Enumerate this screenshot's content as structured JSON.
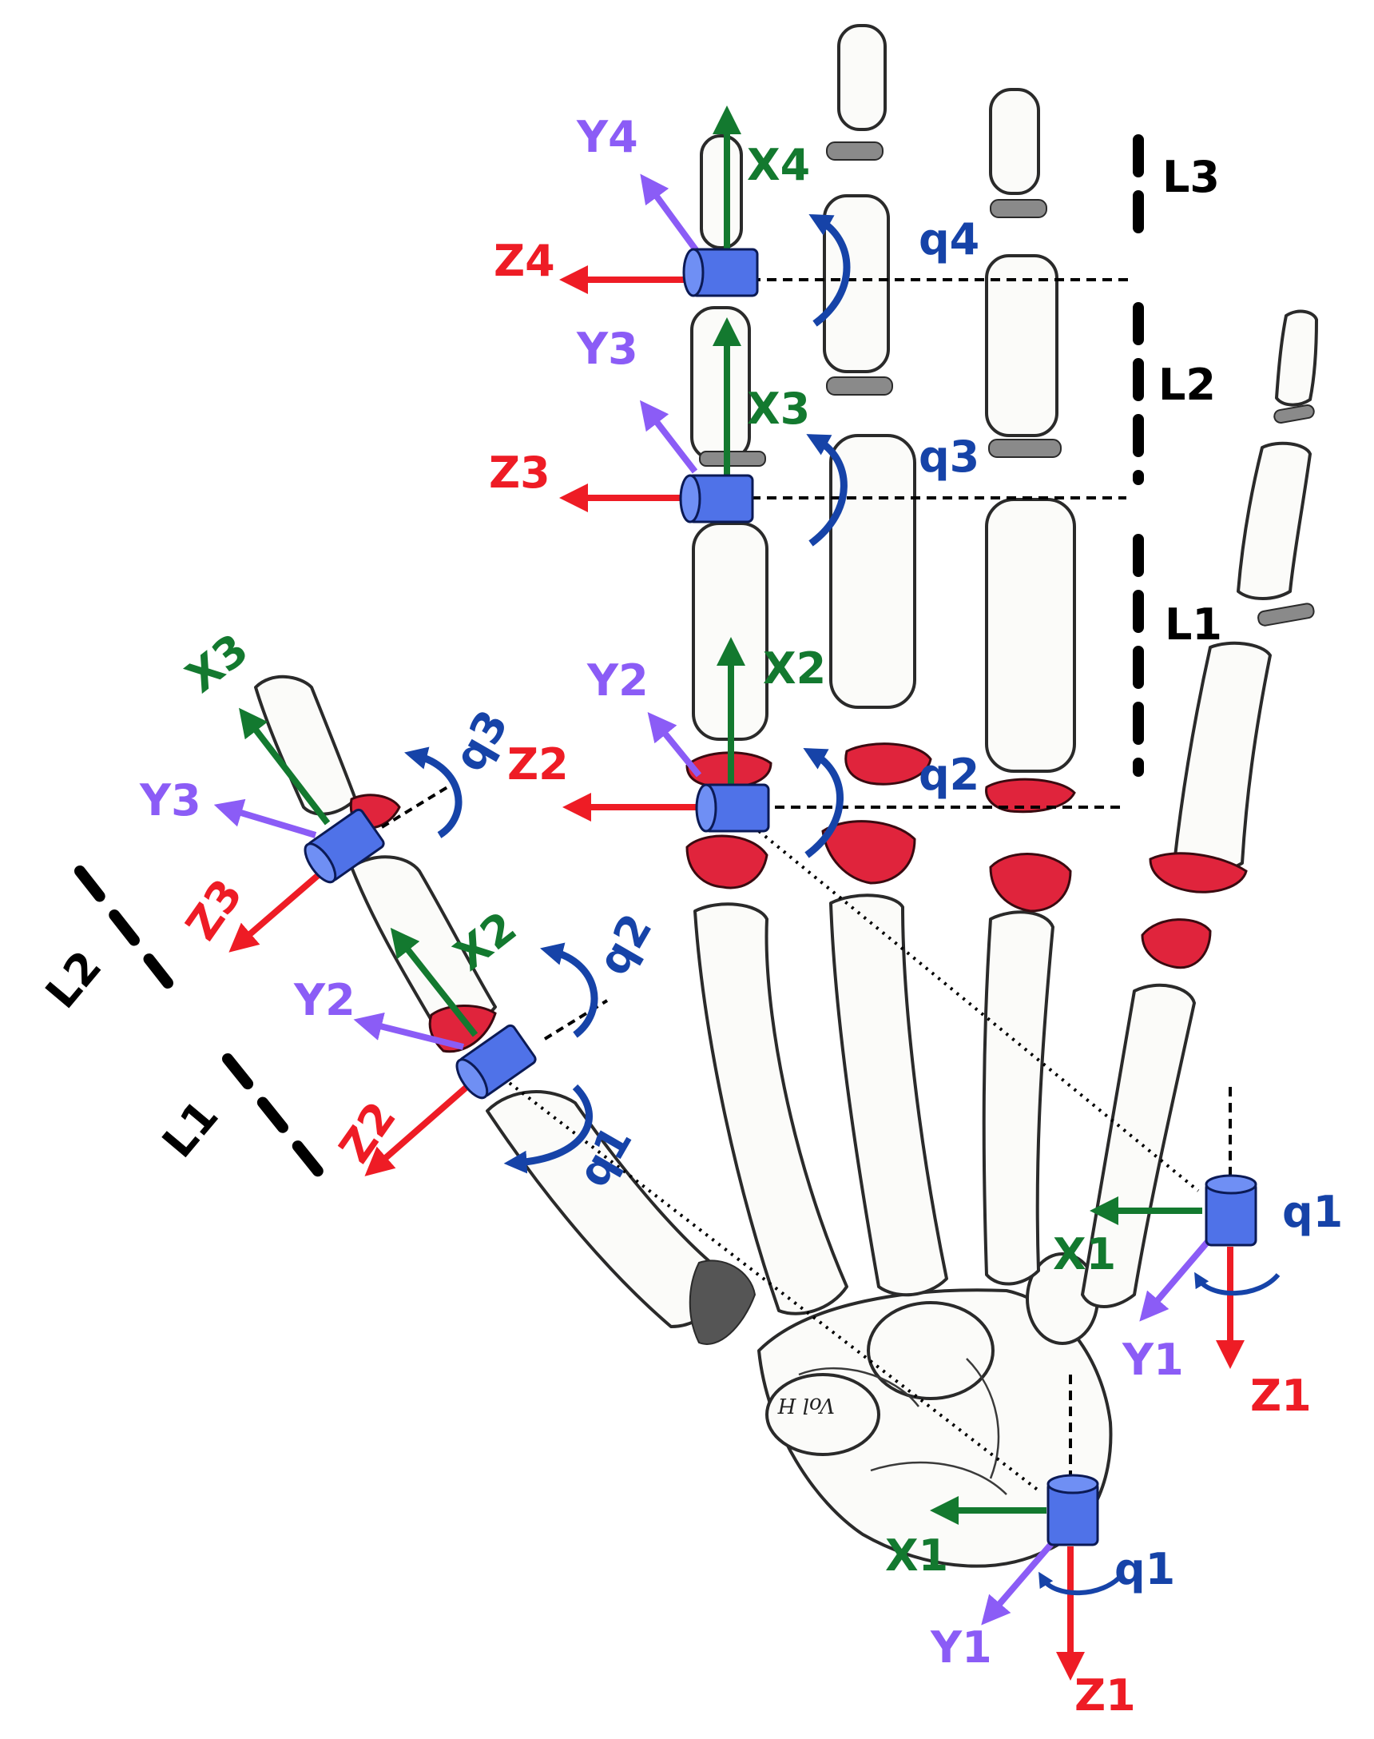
{
  "colors": {
    "x_axis": "#13792f",
    "y_axis": "#8b5cf6",
    "z_axis": "#ee1c25",
    "joint": "#4f72e8",
    "rotation": "#1643a8",
    "link": "#000000",
    "cartilage": "#e0243c"
  },
  "main_finger": {
    "frame4": {
      "x": "X4",
      "y": "Y4",
      "z": "Z4"
    },
    "frame3": {
      "x": "X3",
      "y": "Y3",
      "z": "Z3"
    },
    "frame2": {
      "x": "X2",
      "y": "Y2",
      "z": "Z2"
    },
    "q4": "q4",
    "q3": "q3",
    "q2": "q2",
    "links": {
      "l3": "L3",
      "l2": "L2",
      "l1": "L1"
    }
  },
  "finger_base_frame": {
    "x": "X1",
    "y": "Y1",
    "z": "Z1",
    "q": "q1"
  },
  "thumb": {
    "frame3": {
      "x": "X3",
      "y": "Y3",
      "z": "Z3"
    },
    "frame2": {
      "x": "X2",
      "y": "Y2",
      "z": "Z2"
    },
    "q3": "q3",
    "q2": "q2",
    "q1": "q1",
    "links": {
      "l2": "L2",
      "l1": "L1"
    }
  },
  "thumb_base_frame": {
    "x": "X1",
    "y": "Y1",
    "z": "Z1",
    "q": "q1"
  },
  "signature": "Vol H"
}
